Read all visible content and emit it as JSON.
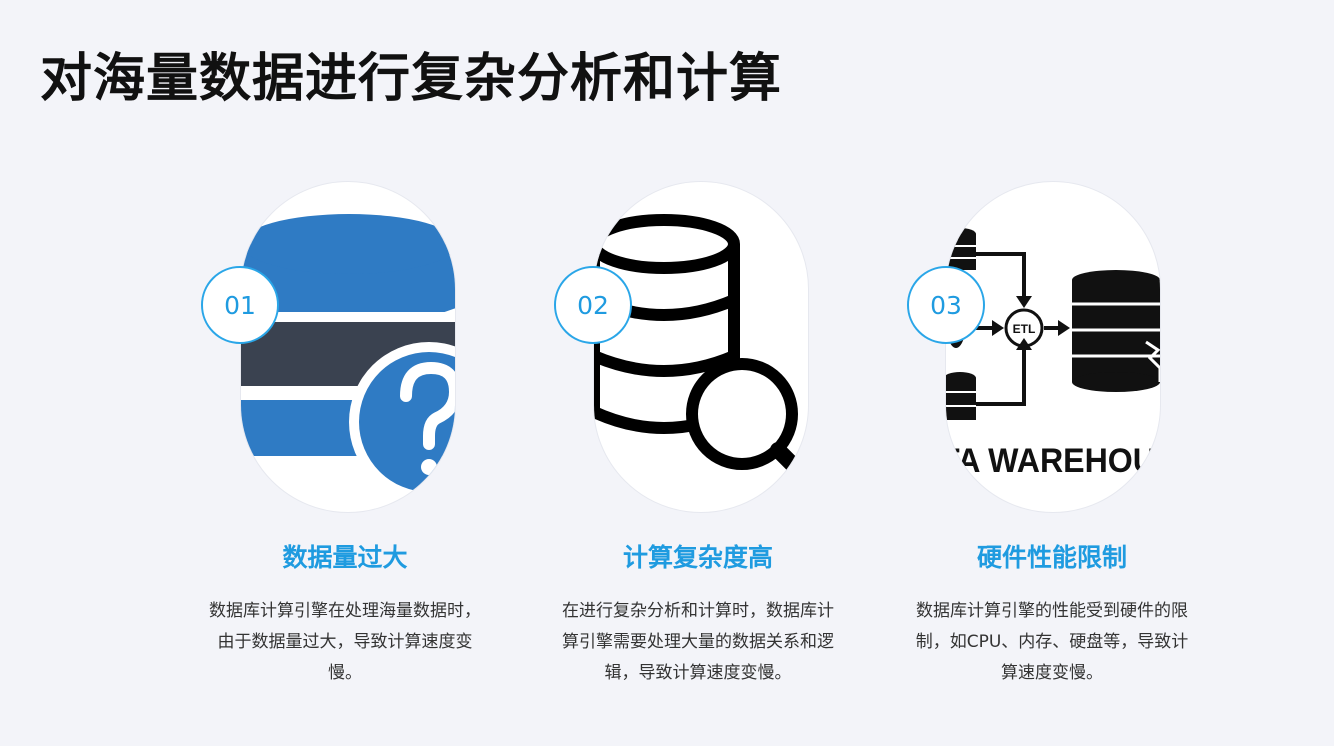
{
  "page": {
    "title": "对海量数据进行复杂分析和计算"
  },
  "cards": [
    {
      "number": "01",
      "title": "数据量过大",
      "description": "数据库计算引擎在处理海量数据时，由于数据量过大，导致计算速度变慢。",
      "icon": "database-question-icon",
      "icon_colors": {
        "primary": "#2f7bc4",
        "secondary": "#3a4250"
      }
    },
    {
      "number": "02",
      "title": "计算复杂度高",
      "description": "在进行复杂分析和计算时，数据库计算引擎需要处理大量的数据关系和逻辑，导致计算速度变慢。",
      "icon": "database-search-icon",
      "icon_colors": {
        "primary": "#000000"
      }
    },
    {
      "number": "03",
      "title": "硬件性能限制",
      "description": "数据库计算引擎的性能受到硬件的限制，如CPU、内存、硬盘等，导致计算速度变慢。",
      "icon": "data-warehouse-etl-icon",
      "image_text": {
        "etl": "ETL",
        "caption": "TA WAREHOU"
      },
      "icon_colors": {
        "primary": "#111111"
      }
    }
  ],
  "colors": {
    "accent": "#1f9be0",
    "background": "#f3f4f9",
    "title": "#111111"
  }
}
